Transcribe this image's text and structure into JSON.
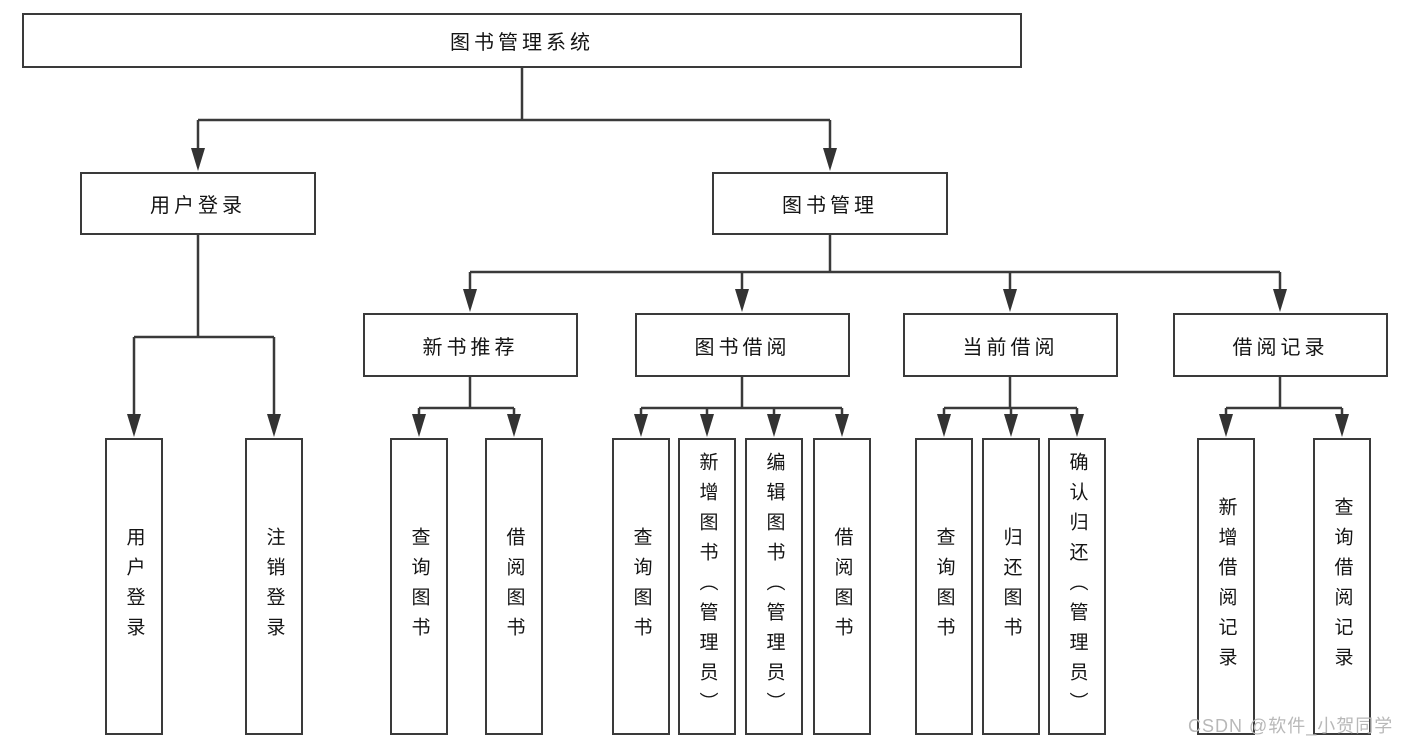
{
  "diagram": {
    "root": {
      "label": "图书管理系统"
    },
    "level2": {
      "user_login_group": {
        "label": "用户登录"
      },
      "book_management": {
        "label": "图书管理"
      }
    },
    "level3": {
      "new_book_recommendation": {
        "label": "新书推荐"
      },
      "book_borrowing": {
        "label": "图书借阅"
      },
      "current_borrowing": {
        "label": "当前借阅"
      },
      "borrowing_records": {
        "label": "借阅记录"
      }
    },
    "leaves": {
      "user_login": {
        "label": "用户登录"
      },
      "logout": {
        "label": "注销登录"
      },
      "nbr_query_books": {
        "label": "查询图书"
      },
      "nbr_borrow_books": {
        "label": "借阅图书"
      },
      "bb_query_books": {
        "label": "查询图书"
      },
      "bb_add_books_admin": {
        "label": "新增图书（管理员）"
      },
      "bb_edit_books_admin": {
        "label": "编辑图书（管理员）"
      },
      "bb_borrow_books": {
        "label": "借阅图书"
      },
      "cb_query_books": {
        "label": "查询图书"
      },
      "cb_return_books": {
        "label": "归还图书"
      },
      "cb_confirm_return_admin": {
        "label": "确认归还（管理员）"
      },
      "br_add_record": {
        "label": "新增借阅记录"
      },
      "br_query_record": {
        "label": "查询借阅记录"
      }
    }
  },
  "watermark": {
    "text": "CSDN @软件_小贺同学"
  },
  "colors": {
    "line": "#3a3a3a",
    "box_border": "#3a3a3a",
    "text": "#141414",
    "watermark": "#b8b8b8",
    "background": "#ffffff"
  }
}
